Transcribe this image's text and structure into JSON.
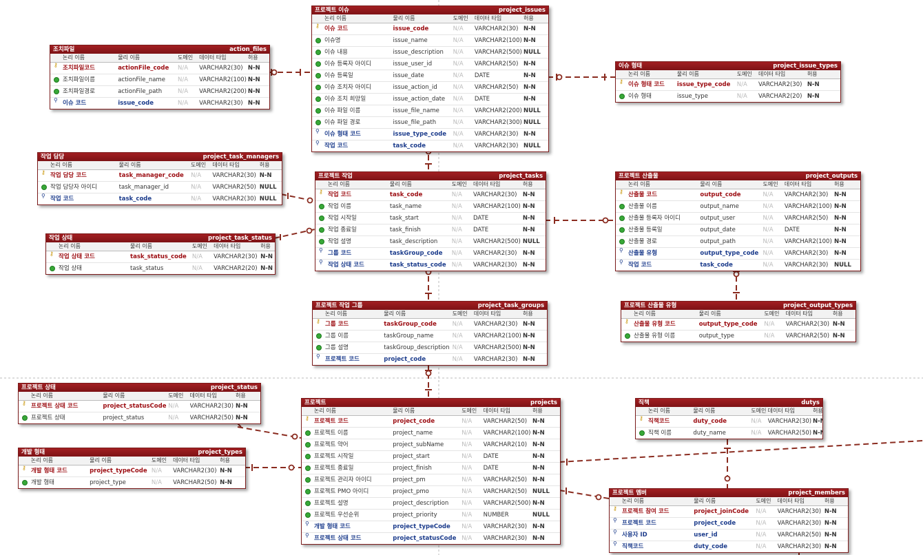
{
  "columns_header": {
    "logical": "논리 이름",
    "physical": "물리 이름",
    "domain": "도메인",
    "datatype": "데이터 타입",
    "null": "허용"
  },
  "entities": [
    {
      "id": "project_issues",
      "title": "프로젝트 이슈",
      "table": "project_issues",
      "rows": [
        {
          "key": "pk",
          "logical": "이슈 코드",
          "physical": "issue_code",
          "domain": "N/A",
          "type": "VARCHAR2(30)",
          "null": "N-N"
        },
        {
          "key": "",
          "logical": "이슈명",
          "physical": "issue_name",
          "domain": "N/A",
          "type": "VARCHAR2(100)",
          "null": "N-N"
        },
        {
          "key": "",
          "logical": "이슈 내용",
          "physical": "issue_description",
          "domain": "N/A",
          "type": "VARCHAR2(500)",
          "null": "NULL"
        },
        {
          "key": "",
          "logical": "이슈 등록자 아이디",
          "physical": "issue_user_id",
          "domain": "N/A",
          "type": "VARCHAR2(50)",
          "null": "N-N"
        },
        {
          "key": "",
          "logical": "이슈 등록일",
          "physical": "issue_date",
          "domain": "N/A",
          "type": "DATE",
          "null": "N-N"
        },
        {
          "key": "",
          "logical": "이슈 조치자 아이디",
          "physical": "issue_action_id",
          "domain": "N/A",
          "type": "VARCHAR2(50)",
          "null": "N-N"
        },
        {
          "key": "",
          "logical": "이슈 조치 희망일",
          "physical": "issue_action_date",
          "domain": "N/A",
          "type": "DATE",
          "null": "N-N"
        },
        {
          "key": "",
          "logical": "이슈 파일 이름",
          "physical": "issue_file_name",
          "domain": "N/A",
          "type": "VARCHAR2(200)",
          "null": "NULL"
        },
        {
          "key": "",
          "logical": "이슈 파일 경로",
          "physical": "issue_file_path",
          "domain": "N/A",
          "type": "VARCHAR2(300)",
          "null": "NULL"
        },
        {
          "key": "fk",
          "logical": "이슈 형태 코드",
          "physical": "issue_type_code",
          "domain": "N/A",
          "type": "VARCHAR2(30)",
          "null": "N-N"
        },
        {
          "key": "fk",
          "logical": "작업 코드",
          "physical": "task_code",
          "domain": "N/A",
          "type": "VARCHAR2(30)",
          "null": "NULL"
        }
      ]
    },
    {
      "id": "action_files",
      "title": "조치파일",
      "table": "action_files",
      "rows": [
        {
          "key": "pk",
          "logical": "조치파일코드",
          "physical": "actionFile_code",
          "domain": "N/A",
          "type": "VARCHAR2(30)",
          "null": "N-N"
        },
        {
          "key": "",
          "logical": "조치파일이름",
          "physical": "actionFile_name",
          "domain": "N/A",
          "type": "VARCHAR2(100)",
          "null": "N-N"
        },
        {
          "key": "",
          "logical": "조치파일경로",
          "physical": "actionFile_path",
          "domain": "N/A",
          "type": "VARCHAR2(200)",
          "null": "N-N"
        },
        {
          "key": "fk",
          "logical": "이슈 코드",
          "physical": "issue_code",
          "domain": "N/A",
          "type": "VARCHAR2(30)",
          "null": "N-N"
        }
      ]
    },
    {
      "id": "project_issue_types",
      "title": "이슈 형태",
      "table": "project_issue_types",
      "rows": [
        {
          "key": "pk",
          "logical": "이슈 형태 코드",
          "physical": "issue_type_code",
          "domain": "N/A",
          "type": "VARCHAR2(30)",
          "null": "N-N"
        },
        {
          "key": "",
          "logical": "이슈 형태",
          "physical": "issue_type",
          "domain": "N/A",
          "type": "VARCHAR2(20)",
          "null": "N-N"
        }
      ]
    },
    {
      "id": "project_task_managers",
      "title": "작업 담당",
      "table": "project_task_managers",
      "rows": [
        {
          "key": "pk",
          "logical": "작업 담당 코드",
          "physical": "task_manager_code",
          "domain": "N/A",
          "type": "VARCHAR2(30)",
          "null": "N-N"
        },
        {
          "key": "",
          "logical": "작업 담당자 아이디",
          "physical": "task_manager_id",
          "domain": "N/A",
          "type": "VARCHAR2(50)",
          "null": "NULL"
        },
        {
          "key": "fk",
          "logical": "작업 코드",
          "physical": "task_code",
          "domain": "N/A",
          "type": "VARCHAR2(30)",
          "null": "NULL"
        }
      ]
    },
    {
      "id": "project_tasks",
      "title": "프로젝트 작업",
      "table": "project_tasks",
      "rows": [
        {
          "key": "pk",
          "logical": "작업 코드",
          "physical": "task_code",
          "domain": "N/A",
          "type": "VARCHAR2(30)",
          "null": "N-N"
        },
        {
          "key": "",
          "logical": "작업 이름",
          "physical": "task_name",
          "domain": "N/A",
          "type": "VARCHAR2(100)",
          "null": "N-N"
        },
        {
          "key": "",
          "logical": "작업 시작일",
          "physical": "task_start",
          "domain": "N/A",
          "type": "DATE",
          "null": "N-N"
        },
        {
          "key": "",
          "logical": "작업 종료일",
          "physical": "task_finish",
          "domain": "N/A",
          "type": "DATE",
          "null": "N-N"
        },
        {
          "key": "",
          "logical": "작업 설명",
          "physical": "task_description",
          "domain": "N/A",
          "type": "VARCHAR2(500)",
          "null": "NULL"
        },
        {
          "key": "fk",
          "logical": "그룹 코드",
          "physical": "taskGroup_code",
          "domain": "N/A",
          "type": "VARCHAR2(30)",
          "null": "N-N"
        },
        {
          "key": "fk",
          "logical": "작업 상태 코드",
          "physical": "task_status_code",
          "domain": "N/A",
          "type": "VARCHAR2(30)",
          "null": "N-N"
        }
      ]
    },
    {
      "id": "project_outputs",
      "title": "프로젝트 산출물",
      "table": "project_outputs",
      "rows": [
        {
          "key": "pk",
          "logical": "산출물 코드",
          "physical": "output_code",
          "domain": "N/A",
          "type": "VARCHAR2(30)",
          "null": "N-N"
        },
        {
          "key": "",
          "logical": "산출물 이름",
          "physical": "output_name",
          "domain": "N/A",
          "type": "VARCHAR2(100)",
          "null": "N-N"
        },
        {
          "key": "",
          "logical": "산출물 등록자 아이디",
          "physical": "output_user",
          "domain": "N/A",
          "type": "VARCHAR2(50)",
          "null": "N-N"
        },
        {
          "key": "",
          "logical": "산출물 등록일",
          "physical": "output_date",
          "domain": "N/A",
          "type": "DATE",
          "null": "N-N"
        },
        {
          "key": "",
          "logical": "산출물 경로",
          "physical": "output_path",
          "domain": "N/A",
          "type": "VARCHAR2(100)",
          "null": "N-N"
        },
        {
          "key": "fk",
          "logical": "산출물 유형",
          "physical": "output_type_code",
          "domain": "N/A",
          "type": "VARCHAR2(30)",
          "null": "N-N"
        },
        {
          "key": "fk",
          "logical": "작업 코드",
          "physical": "task_code",
          "domain": "N/A",
          "type": "VARCHAR2(30)",
          "null": "NULL"
        }
      ]
    },
    {
      "id": "project_task_status",
      "title": "작업 상태",
      "table": "project_task_status",
      "rows": [
        {
          "key": "pk",
          "logical": "작업 상태 코드",
          "physical": "task_status_code",
          "domain": "N/A",
          "type": "VARCHAR2(30)",
          "null": "N-N"
        },
        {
          "key": "",
          "logical": "작업 상태",
          "physical": "task_status",
          "domain": "N/A",
          "type": "VARCHAR2(20)",
          "null": "N-N"
        }
      ]
    },
    {
      "id": "project_task_groups",
      "title": "프로젝트 작업 그룹",
      "table": "project_task_groups",
      "rows": [
        {
          "key": "pk",
          "logical": "그룹 코드",
          "physical": "taskGroup_code",
          "domain": "N/A",
          "type": "VARCHAR2(30)",
          "null": "N-N"
        },
        {
          "key": "",
          "logical": "그룹 이름",
          "physical": "taskGroup_name",
          "domain": "N/A",
          "type": "VARCHAR2(100)",
          "null": "N-N"
        },
        {
          "key": "",
          "logical": "그룹 설명",
          "physical": "taskGroup_description",
          "domain": "N/A",
          "type": "VARCHAR2(500)",
          "null": "N-N"
        },
        {
          "key": "fk",
          "logical": "프로젝트 코드",
          "physical": "project_code",
          "domain": "N/A",
          "type": "VARCHAR2(30)",
          "null": "N-N"
        }
      ]
    },
    {
      "id": "project_output_types",
      "title": "프로젝트 산출물 유형",
      "table": "project_output_types",
      "rows": [
        {
          "key": "pk",
          "logical": "산출물 유형 코드",
          "physical": "output_type_code",
          "domain": "N/A",
          "type": "VARCHAR2(30)",
          "null": "N-N"
        },
        {
          "key": "",
          "logical": "산출물 유형 이름",
          "physical": "output_type",
          "domain": "N/A",
          "type": "VARCHAR2(50)",
          "null": "N-N"
        }
      ]
    },
    {
      "id": "project_status",
      "title": "프로젝트 상태",
      "table": "project_status",
      "rows": [
        {
          "key": "pk",
          "logical": "프로젝트 상태 코드",
          "physical": "project_statusCode",
          "domain": "N/A",
          "type": "VARCHAR2(30)",
          "null": "N-N"
        },
        {
          "key": "",
          "logical": "프로젝트 상태",
          "physical": "project_status",
          "domain": "N/A",
          "type": "VARCHAR2(50)",
          "null": "N-N"
        }
      ]
    },
    {
      "id": "projects",
      "title": "프로젝트",
      "table": "projects",
      "rows": [
        {
          "key": "pk",
          "logical": "프로젝트 코드",
          "physical": "project_code",
          "domain": "N/A",
          "type": "VARCHAR2(50)",
          "null": "N-N"
        },
        {
          "key": "",
          "logical": "프로젝트 이름",
          "physical": "project_name",
          "domain": "N/A",
          "type": "VARCHAR2(100)",
          "null": "N-N"
        },
        {
          "key": "",
          "logical": "프로젝트 약어",
          "physical": "project_subName",
          "domain": "N/A",
          "type": "VARCHAR2(10)",
          "null": "N-N"
        },
        {
          "key": "",
          "logical": "프로젝트 시작일",
          "physical": "project_start",
          "domain": "N/A",
          "type": "DATE",
          "null": "N-N"
        },
        {
          "key": "",
          "logical": "프로젝트 종료일",
          "physical": "project_finish",
          "domain": "N/A",
          "type": "DATE",
          "null": "N-N"
        },
        {
          "key": "",
          "logical": "프로젝트 관리자 아이디",
          "physical": "project_pm",
          "domain": "N/A",
          "type": "VARCHAR2(50)",
          "null": "N-N"
        },
        {
          "key": "",
          "logical": "프로젝트 PMO 아이디",
          "physical": "project_pmo",
          "domain": "N/A",
          "type": "VARCHAR2(50)",
          "null": "NULL"
        },
        {
          "key": "",
          "logical": "프로젝트 설명",
          "physical": "project_description",
          "domain": "N/A",
          "type": "VARCHAR2(500)",
          "null": "N-N"
        },
        {
          "key": "",
          "logical": "프로젝트 우선순위",
          "physical": "project_priority",
          "domain": "N/A",
          "type": "NUMBER",
          "null": "NULL"
        },
        {
          "key": "fk",
          "logical": "개발 형태 코드",
          "physical": "project_typeCode",
          "domain": "N/A",
          "type": "VARCHAR2(30)",
          "null": "N-N"
        },
        {
          "key": "fk",
          "logical": "프로젝트 상태 코드",
          "physical": "project_statusCode",
          "domain": "N/A",
          "type": "VARCHAR2(30)",
          "null": "N-N"
        }
      ]
    },
    {
      "id": "project_types",
      "title": "개발 형태",
      "table": "project_types",
      "rows": [
        {
          "key": "pk",
          "logical": "개발 형태 코드",
          "physical": "project_typeCode",
          "domain": "N/A",
          "type": "VARCHAR2(30)",
          "null": "N-N"
        },
        {
          "key": "",
          "logical": "개발 형태",
          "physical": "project_type",
          "domain": "N/A",
          "type": "VARCHAR2(50)",
          "null": "N-N"
        }
      ]
    },
    {
      "id": "dutys",
      "title": "직책",
      "table": "dutys",
      "rows": [
        {
          "key": "pk",
          "logical": "직책코드",
          "physical": "duty_code",
          "domain": "N/A",
          "type": "VARCHAR2(30)",
          "null": "N-N"
        },
        {
          "key": "",
          "logical": "직책 이름",
          "physical": "duty_name",
          "domain": "N/A",
          "type": "VARCHAR2(50)",
          "null": "N-N"
        }
      ]
    },
    {
      "id": "project_members",
      "title": "프로젝트 멤버",
      "table": "project_members",
      "rows": [
        {
          "key": "pk",
          "logical": "프로젝트 참여 코드",
          "physical": "project_joinCode",
          "domain": "N/A",
          "type": "VARCHAR2(30)",
          "null": "N-N"
        },
        {
          "key": "fk",
          "logical": "프로젝트 코드",
          "physical": "project_code",
          "domain": "N/A",
          "type": "VARCHAR2(30)",
          "null": "N-N"
        },
        {
          "key": "fk",
          "logical": "사용자 ID",
          "physical": "user_id",
          "domain": "N/A",
          "type": "VARCHAR2(50)",
          "null": "N-N"
        },
        {
          "key": "fk",
          "logical": "직책코드",
          "physical": "duty_code",
          "domain": "N/A",
          "type": "VARCHAR2(30)",
          "null": "N-N"
        }
      ]
    }
  ]
}
